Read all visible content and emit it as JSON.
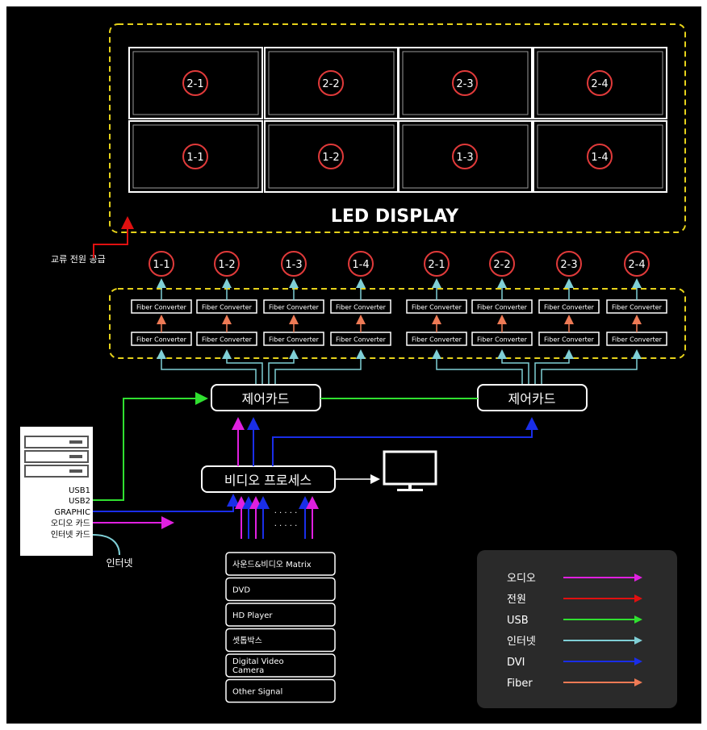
{
  "led_display": {
    "title": "LED DISPLAY",
    "panels_top": [
      "2-1",
      "2-2",
      "2-3",
      "2-4"
    ],
    "panels_bottom": [
      "1-1",
      "1-2",
      "1-3",
      "1-4"
    ]
  },
  "ac_power_label": "교류 전원 공급",
  "receivers": [
    "1-1",
    "1-2",
    "1-3",
    "1-4",
    "2-1",
    "2-2",
    "2-3",
    "2-4"
  ],
  "fiber_converter_label": "Fiber Converter",
  "control_card_label": "제어카드",
  "video_processor_label": "비디오 프로세스",
  "dots": "· · · · ·",
  "pc_ports": {
    "usb1": "USB1",
    "usb2": "USB2",
    "graphic": "GRAPHIC",
    "audio_card": "오디오 카드",
    "internet_card": "인터넷 카드"
  },
  "internet_label": "인터넷",
  "sources": [
    "사운드&비디오 Matrix",
    "DVD",
    "HD Player",
    "셋톱박스",
    "Digital Video Camera",
    "Other Signal"
  ],
  "legend": [
    {
      "label": "오디오",
      "color": "#e020e0"
    },
    {
      "label": "전원",
      "color": "#e01010"
    },
    {
      "label": "USB",
      "color": "#30e030"
    },
    {
      "label": "인터넷",
      "color": "#7fcfd6"
    },
    {
      "label": "DVI",
      "color": "#1a2ee8"
    },
    {
      "label": "Fiber",
      "color": "#ee7a55"
    }
  ],
  "colors": {
    "frame": "#e6d21a",
    "circle": "#e03a3a",
    "audio": "#e020e0",
    "power": "#e01010",
    "usb": "#30e030",
    "internet": "#7fcfd6",
    "dvi": "#1a2ee8",
    "fiber": "#ee7a55"
  }
}
